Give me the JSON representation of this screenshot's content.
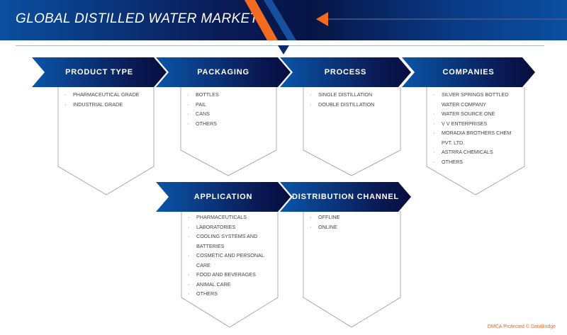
{
  "title": "GLOBAL DISTILLED WATER MARKET",
  "segments": [
    {
      "label": "PRODUCT TYPE",
      "items": [
        "PHARMACEUTICAL GRADE",
        "INDUSTRIAL GRADE"
      ]
    },
    {
      "label": "PACKAGING",
      "items": [
        "BOTTLES",
        "PAIL",
        "CANS",
        "OTHERS"
      ]
    },
    {
      "label": "PROCESS",
      "items": [
        "SINGLE DISTILLATION",
        "DOUBLE DISTILLATION"
      ]
    },
    {
      "label": "COMPANIES",
      "items": [
        "SILVER SPRINGS BOTTLED WATER COMPANY",
        "WATER SOURCE ONE",
        "V V ENTERPRISES",
        "MORADIA BROTHERS CHEM PVT. LTD.",
        "ASTRRA CHEMICALS",
        "OTHERS"
      ]
    },
    {
      "label": "APPLICATION",
      "items": [
        "PHARMACEUTICALS",
        "LABORATORIES",
        "COOLING SYSTEMS AND BATTERIES",
        "COSMETIC AND PERSONAL CARE",
        "FOOD AND BEVERAGES",
        "ANIMAL CARE",
        "OTHERS"
      ]
    },
    {
      "label": "DISTRIBUTION CHANNEL",
      "items": [
        "OFFLINE",
        "ONLINE"
      ]
    }
  ],
  "footer": "DMCA Protected © DataBridge",
  "colors": {
    "navy": "#0a1a55",
    "blue": "#0a55a8",
    "orange": "#f26b21"
  }
}
